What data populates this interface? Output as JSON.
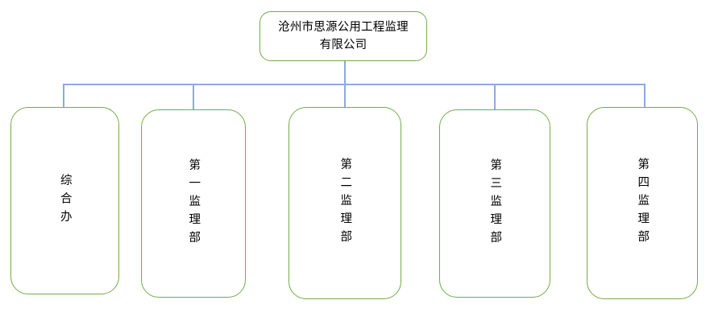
{
  "chart": {
    "type": "org-chart",
    "title": "沧州市思源公用工程监理有限公司",
    "root": {
      "id": "root",
      "label": "沧州市思源公用工程监理\n有限公司",
      "text_orientation": "horizontal"
    },
    "children": [
      {
        "id": "child-1",
        "label": "综合办",
        "text_orientation": "vertical"
      },
      {
        "id": "child-2",
        "label": "第一监理部",
        "text_orientation": "vertical"
      },
      {
        "id": "child-3",
        "label": "第二监理部",
        "text_orientation": "vertical"
      },
      {
        "id": "child-4",
        "label": "第三监理部",
        "text_orientation": "vertical"
      },
      {
        "id": "child-5",
        "label": "第四监理部",
        "text_orientation": "vertical"
      }
    ],
    "colors": {
      "node_border": "#70AD47",
      "node_fill": "#FFFFFF",
      "connector": "#8FAADC",
      "text": "#000000",
      "background": "#FFFFFF"
    }
  }
}
